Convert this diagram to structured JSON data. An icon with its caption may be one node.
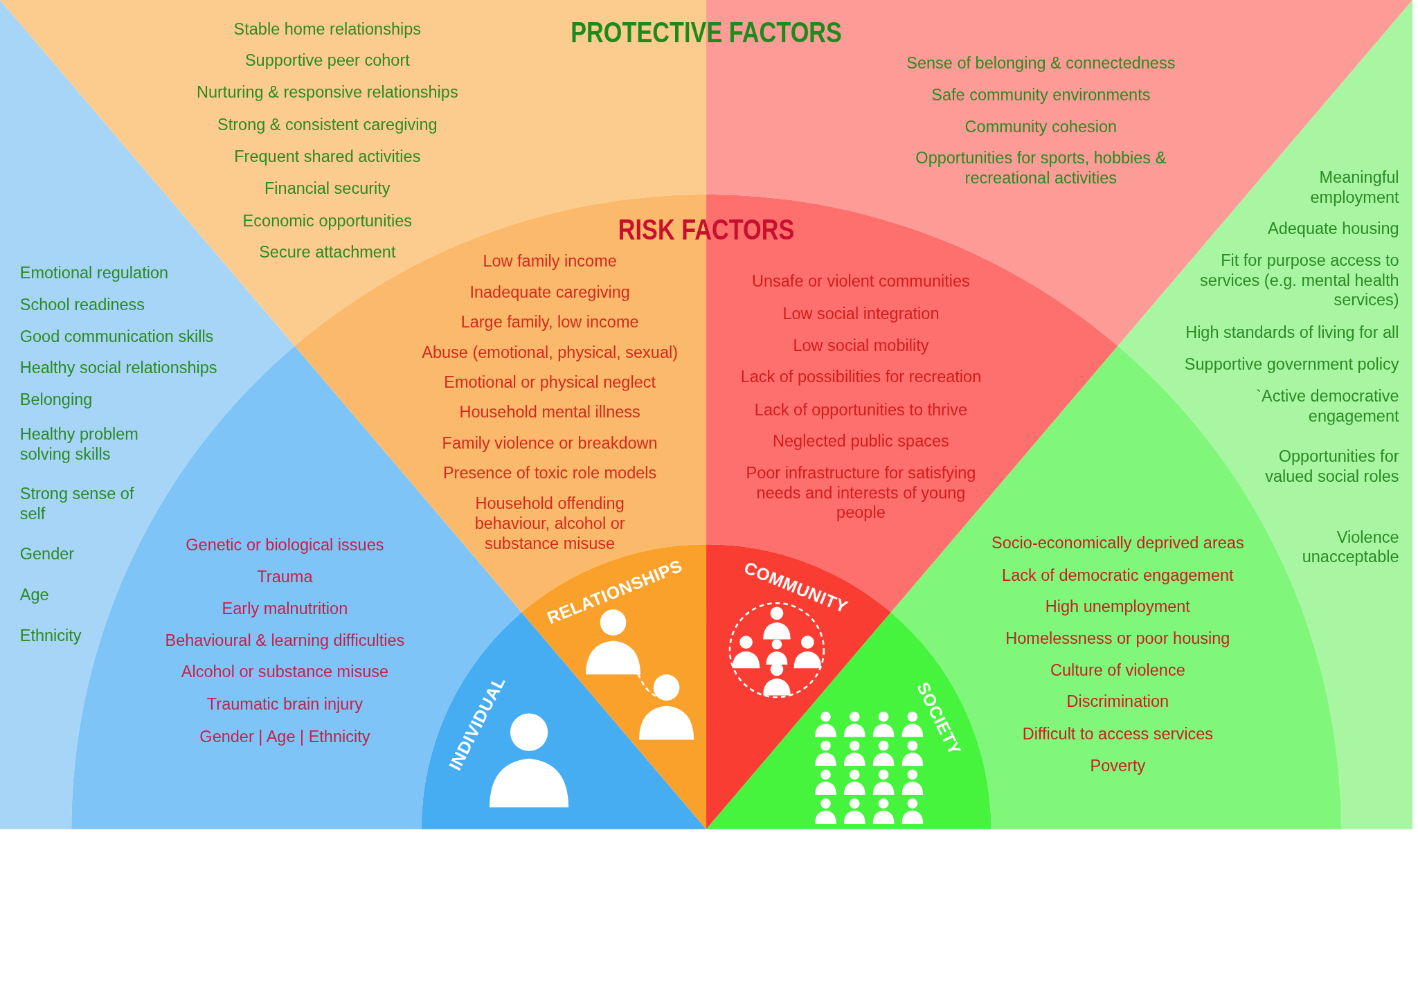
{
  "diagram": {
    "nodes": [
      {
        "text": [
          "Emotional regulation",
          "School readiness",
          "Good communication skills",
          "Healthy social relationships",
          "Belonging",
          "Healthy problem solving skills",
          "Strong sense of self",
          "Gender",
          "Age",
          "Ethnicity"
        ]
      },
      {
        "text": [
          "Stable home relationships",
          "Supportive peer cohort",
          "Nurturing & responsive relationships",
          "Strong & consistent caregiving",
          "Frequent shared activities",
          "Financial security",
          "Economic opportunities",
          "Secure attachment"
        ]
      },
      {
        "text": [
          "Sense of belonging & connectedness",
          "Safe community environments",
          "Community cohesion",
          "Opportunities for sports, hobbies & recreational activities"
        ]
      },
      {
        "text": [
          "Meaningful employment",
          "Adequate housing",
          "Fit for purpose access to services (e.g. mental health services)",
          "High standards of living for all",
          "Supportive government policy",
          "`Active democrative engagement",
          "Opportunities for valued social roles",
          "Violence unacceptable"
        ]
      },
      {
        "text": [
          "Genetic or biological issues",
          "Trauma",
          "Early malnutrition",
          "Behavioural & learning difficulties",
          "Alcohol or substance misuse",
          "Traumatic brain injury",
          "Gender | Age | Ethnicity"
        ]
      },
      {
        "text": [
          "Low family income",
          "Inadequate caregiving",
          "Large family, low income",
          "Abuse (emotional, physical, sexual)",
          "Emotional or physical neglect",
          "Household mental illness",
          "Family violence or breakdown",
          "Presence of toxic role models",
          "Household offending behaviour, alcohol or substance misuse"
        ]
      },
      {
        "text": [
          "Unsafe or violent communities",
          "Low social integration",
          "Low social mobility",
          "Lack of possibilities for recreation",
          "Lack of opportunities to thrive",
          "Neglected public spaces",
          "Poor infrastructure for satisfying needs and interests of young people"
        ]
      },
      {
        "text": [
          "Socio-economically deprived areas",
          "Lack of democratic engagement",
          "High unemployment",
          "Homelessness or poor housing",
          "Culture of violence",
          "Discrimination",
          "Difficult to access services",
          "Poverty"
        ]
      },
      {
        "text": [
          "INDIVIDUAL"
        ]
      },
      {
        "text": [
          "RELATIONSHIPS"
        ]
      },
      {
        "text": [
          "COMMUNITY"
        ]
      },
      {
        "text": [
          "SOCIETY"
        ]
      }
    ],
    "labels": [
      "PROTECTIVE FACTORS",
      "RISK FACTORS"
    ]
  }
}
